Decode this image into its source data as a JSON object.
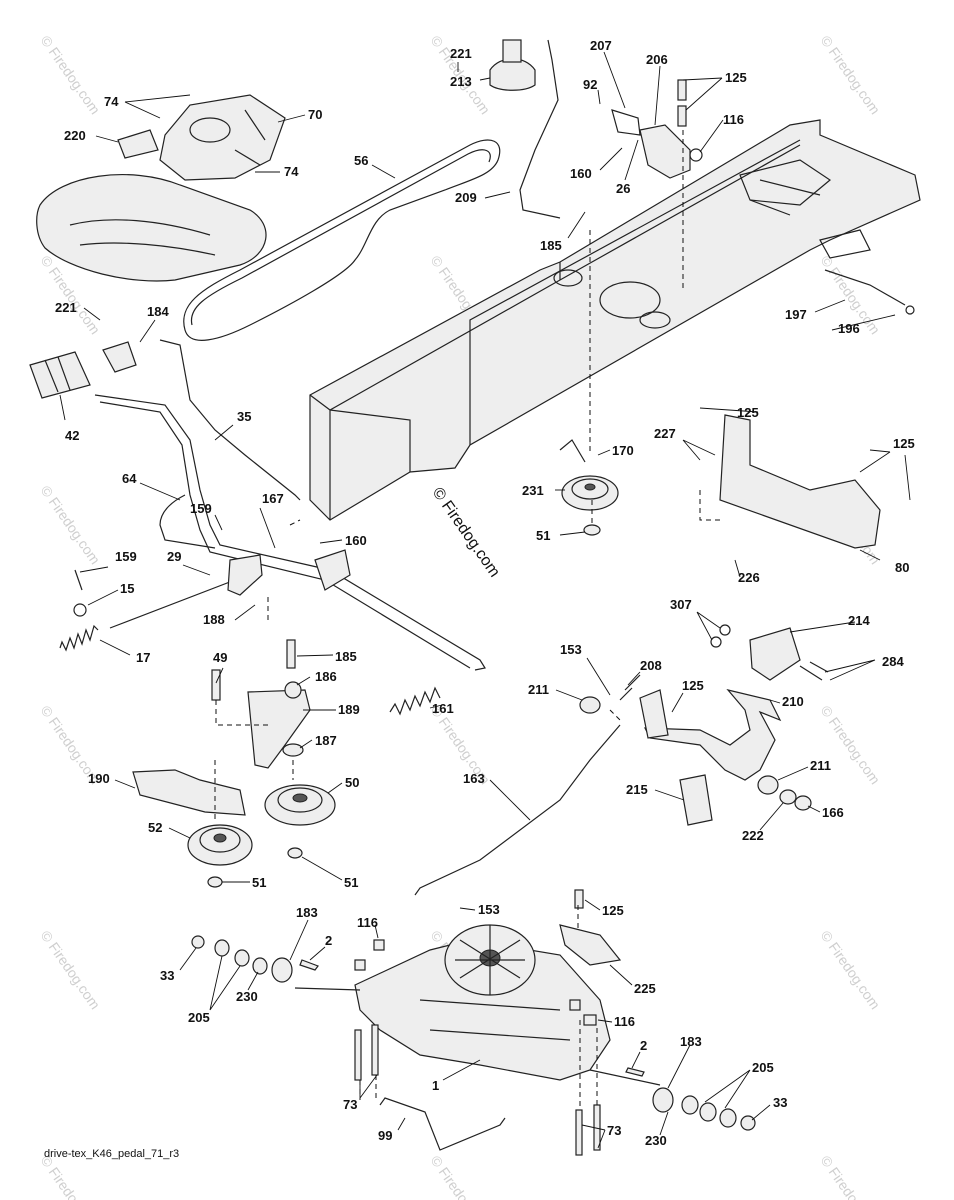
{
  "caption": "drive-tex_K46_pedal_71_r3",
  "watermark": "© Firedog.com",
  "center_watermark": "© Firedog.com",
  "labels": [
    {
      "id": "221a",
      "text": "221"
    },
    {
      "id": "213",
      "text": "213"
    },
    {
      "id": "207",
      "text": "207"
    },
    {
      "id": "206",
      "text": "206"
    },
    {
      "id": "125a",
      "text": "125"
    },
    {
      "id": "92",
      "text": "92"
    },
    {
      "id": "116a",
      "text": "116"
    },
    {
      "id": "74a",
      "text": "74"
    },
    {
      "id": "70",
      "text": "70"
    },
    {
      "id": "220",
      "text": "220"
    },
    {
      "id": "74b",
      "text": "74"
    },
    {
      "id": "56",
      "text": "56"
    },
    {
      "id": "160a",
      "text": "160"
    },
    {
      "id": "26",
      "text": "26"
    },
    {
      "id": "209",
      "text": "209"
    },
    {
      "id": "185a",
      "text": "185"
    },
    {
      "id": "197",
      "text": "197"
    },
    {
      "id": "196",
      "text": "196"
    },
    {
      "id": "221b",
      "text": "221"
    },
    {
      "id": "184",
      "text": "184"
    },
    {
      "id": "42",
      "text": "42"
    },
    {
      "id": "35",
      "text": "35"
    },
    {
      "id": "125b",
      "text": "125"
    },
    {
      "id": "227",
      "text": "227"
    },
    {
      "id": "125c",
      "text": "125"
    },
    {
      "id": "170",
      "text": "170"
    },
    {
      "id": "231",
      "text": "231"
    },
    {
      "id": "51a",
      "text": "51"
    },
    {
      "id": "64",
      "text": "64"
    },
    {
      "id": "167",
      "text": "167"
    },
    {
      "id": "159a",
      "text": "159"
    },
    {
      "id": "160b",
      "text": "160"
    },
    {
      "id": "159b",
      "text": "159"
    },
    {
      "id": "29",
      "text": "29"
    },
    {
      "id": "15",
      "text": "15"
    },
    {
      "id": "188",
      "text": "188"
    },
    {
      "id": "17",
      "text": "17"
    },
    {
      "id": "226",
      "text": "226"
    },
    {
      "id": "80",
      "text": "80"
    },
    {
      "id": "307",
      "text": "307"
    },
    {
      "id": "214",
      "text": "214"
    },
    {
      "id": "284",
      "text": "284"
    },
    {
      "id": "49",
      "text": "49"
    },
    {
      "id": "185b",
      "text": "185"
    },
    {
      "id": "186",
      "text": "186"
    },
    {
      "id": "189",
      "text": "189"
    },
    {
      "id": "161",
      "text": "161"
    },
    {
      "id": "187",
      "text": "187"
    },
    {
      "id": "153a",
      "text": "153"
    },
    {
      "id": "208",
      "text": "208"
    },
    {
      "id": "211a",
      "text": "211"
    },
    {
      "id": "125d",
      "text": "125"
    },
    {
      "id": "210",
      "text": "210"
    },
    {
      "id": "190",
      "text": "190"
    },
    {
      "id": "50",
      "text": "50"
    },
    {
      "id": "163",
      "text": "163"
    },
    {
      "id": "215",
      "text": "215"
    },
    {
      "id": "211b",
      "text": "211"
    },
    {
      "id": "222",
      "text": "222"
    },
    {
      "id": "166",
      "text": "166"
    },
    {
      "id": "52",
      "text": "52"
    },
    {
      "id": "51b",
      "text": "51"
    },
    {
      "id": "51c",
      "text": "51"
    },
    {
      "id": "183a",
      "text": "183"
    },
    {
      "id": "116b",
      "text": "116"
    },
    {
      "id": "153b",
      "text": "153"
    },
    {
      "id": "125e",
      "text": "125"
    },
    {
      "id": "2a",
      "text": "2"
    },
    {
      "id": "33a",
      "text": "33"
    },
    {
      "id": "230a",
      "text": "230"
    },
    {
      "id": "205a",
      "text": "205"
    },
    {
      "id": "225",
      "text": "225"
    },
    {
      "id": "116c",
      "text": "116"
    },
    {
      "id": "2b",
      "text": "2"
    },
    {
      "id": "183b",
      "text": "183"
    },
    {
      "id": "1",
      "text": "1"
    },
    {
      "id": "73a",
      "text": "73"
    },
    {
      "id": "205b",
      "text": "205"
    },
    {
      "id": "33b",
      "text": "33"
    },
    {
      "id": "99",
      "text": "99"
    },
    {
      "id": "230b",
      "text": "230"
    },
    {
      "id": "73b",
      "text": "73"
    }
  ]
}
